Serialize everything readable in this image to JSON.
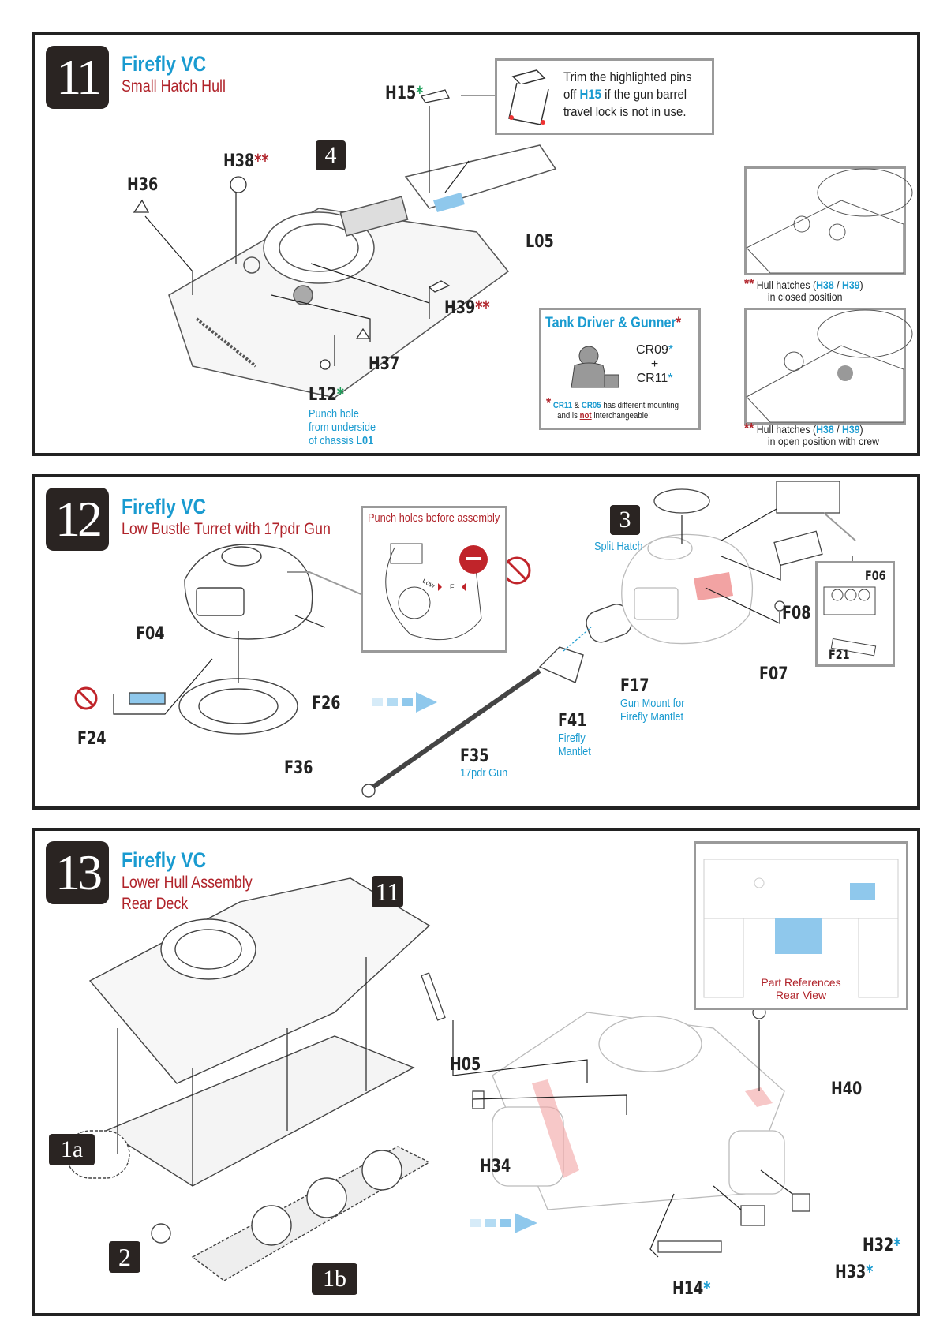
{
  "steps": [
    {
      "number": "11",
      "title": "Firefly VC",
      "subtitle": "Small Hatch Hull",
      "sub_step": "4",
      "parts": {
        "h15": "H15",
        "h38": "H38",
        "h36": "H36",
        "l05": "L05",
        "h39": "H39",
        "h37": "H37",
        "l12": "L12"
      },
      "l12_note": [
        "Punch hole",
        "from underside",
        "of chassis "
      ],
      "l12_note_part": "L01",
      "trim_note": {
        "line1": "Trim the highlighted pins",
        "line2_pre": "off ",
        "line2_part": "H15",
        "line2_post": " if the gun barrel",
        "line3": "travel lock is not in use."
      },
      "crew_box": {
        "title": "Tank Driver & Gunner",
        "part1": "CR09",
        "plus": "+",
        "part2": "CR11",
        "warn_part1": "CR11",
        "warn_amp": " & ",
        "warn_part2": "CR05",
        "warn_text": " has different mounting",
        "warn_line2_pre": "and is ",
        "warn_not": "not",
        "warn_line2_post": " interchangeable!"
      },
      "hatch_closed": {
        "pre": "Hull hatches (",
        "p1": "H38",
        "sep": " / ",
        "p2": "H39",
        "post": ")",
        "line2": "in closed position"
      },
      "hatch_open": {
        "pre": "Hull hatches (",
        "p1": "H38",
        "sep": " / ",
        "p2": "H39",
        "post": ")",
        "line2": "in open position with crew"
      }
    },
    {
      "number": "12",
      "title": "Firefly VC",
      "subtitle": "Low Bustle Turret with 17pdr Gun",
      "sub_step": "3",
      "sub_step_label": "Split Hatch",
      "punch_note": "Punch holes before assembly",
      "punch_labels": {
        "low": "Low",
        "f": "F"
      },
      "parts": {
        "f04": "F04",
        "f26": "F26",
        "f24": "F24",
        "f36": "F36",
        "f35": "F35",
        "f41": "F41",
        "f17": "F17",
        "f08": "F08",
        "f07": "F07",
        "f06": "F06",
        "f21": "F21"
      },
      "f35_note": "17pdr Gun",
      "f41_note": [
        "Firefly",
        "Mantlet"
      ],
      "f17_note": [
        "Gun Mount for",
        "Firefly Mantlet"
      ]
    },
    {
      "number": "13",
      "title": "Firefly VC",
      "subtitle": "Lower Hull Assembly",
      "subtitle2": "Rear Deck",
      "sub_steps": {
        "s11": "11",
        "s1a": "1a",
        "s2": "2",
        "s1b": "1b"
      },
      "ref_box": [
        "Part References",
        "Rear View"
      ],
      "parts": {
        "h05": "H05",
        "h34": "H34",
        "h40": "H40",
        "h32": "H32",
        "h33": "H33",
        "h14": "H14"
      }
    }
  ],
  "symbols": {
    "asterisk": "*",
    "double_asterisk": "**",
    "no_glue_icon": "no-glue-icon",
    "arrow_icon": "dashed-arrow-right-icon"
  },
  "colors": {
    "accent_blue": "#1a9bd0",
    "accent_red": "#b0232a",
    "accent_green": "#1f9e5a",
    "step_bg": "#2a2422",
    "highlight_red": "#f2a3a3",
    "highlight_blue": "#8fc8ec"
  }
}
